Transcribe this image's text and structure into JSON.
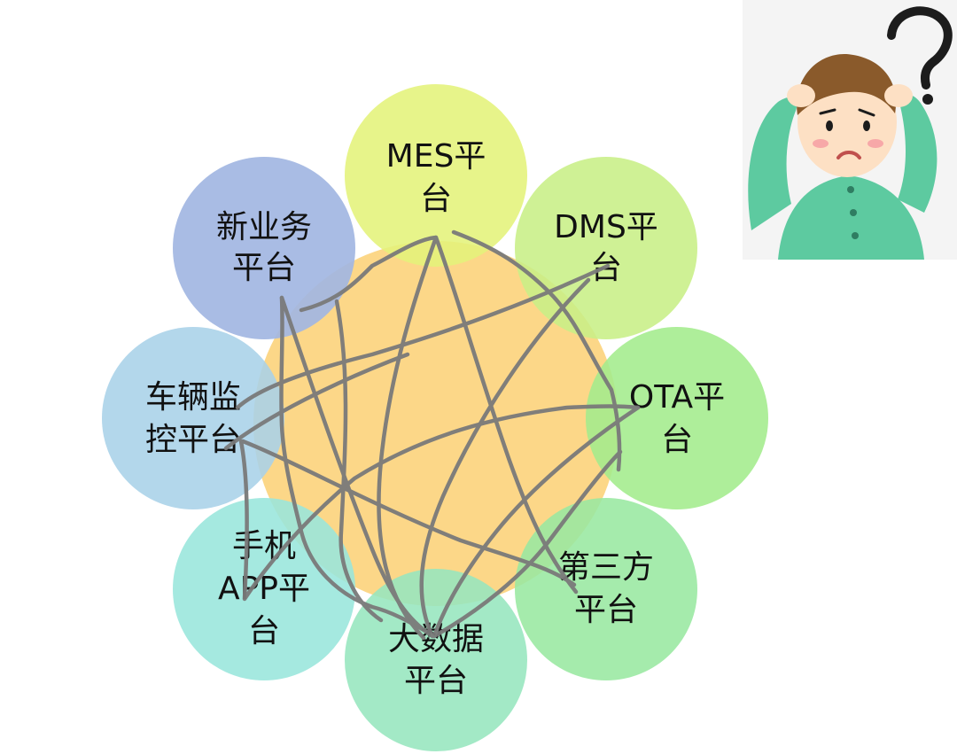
{
  "diagram": {
    "nodes": [
      {
        "id": "mes",
        "lines": [
          "MES平",
          "台"
        ],
        "color": "#e4f27a"
      },
      {
        "id": "dms",
        "lines": [
          "DMS平",
          "台"
        ],
        "color": "#c8ef86"
      },
      {
        "id": "ota",
        "lines": [
          "OTA平",
          "台"
        ],
        "color": "#a3ec8c"
      },
      {
        "id": "third",
        "lines": [
          "第三方",
          "平台"
        ],
        "color": "#98e8a0"
      },
      {
        "id": "bigdata",
        "lines": [
          "大数据",
          "平台"
        ],
        "color": "#96e6be"
      },
      {
        "id": "app",
        "lines": [
          "手机",
          "APP平",
          "台"
        ],
        "color": "#98e6dc"
      },
      {
        "id": "vehicle",
        "lines": [
          "车辆监",
          "控平台"
        ],
        "color": "#a9d2e8"
      },
      {
        "id": "newbiz",
        "lines": [
          "新业务",
          "平台"
        ],
        "color": "#a2b6e2"
      }
    ],
    "hub_color": "#fcd788",
    "connector_color": "#7a7a7a"
  },
  "illustration": {
    "icon": "confused-person-question-mark-icon"
  }
}
